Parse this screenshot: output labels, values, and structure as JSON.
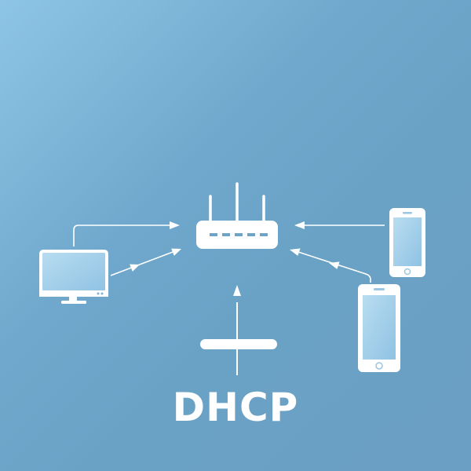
{
  "diagram": {
    "caption": "DHCP",
    "nodes": [
      {
        "id": "router",
        "icon": "router-icon"
      },
      {
        "id": "desktop",
        "icon": "monitor-icon"
      },
      {
        "id": "phone-top",
        "icon": "smartphone-icon"
      },
      {
        "id": "phone-bottom",
        "icon": "smartphone-icon"
      },
      {
        "id": "server",
        "icon": "dhcp-server-bar-icon"
      }
    ],
    "connections": [
      {
        "from": "desktop",
        "to": "router"
      },
      {
        "from": "desktop",
        "to": "router"
      },
      {
        "from": "phone-top",
        "to": "router"
      },
      {
        "from": "phone-bottom",
        "to": "router"
      },
      {
        "from": "server",
        "to": "router"
      }
    ]
  },
  "colors": {
    "background_start": "#8ec5e6",
    "background_end": "#6b9fc3",
    "foreground": "#ffffff",
    "screen_fill": "#a9d3ec"
  }
}
